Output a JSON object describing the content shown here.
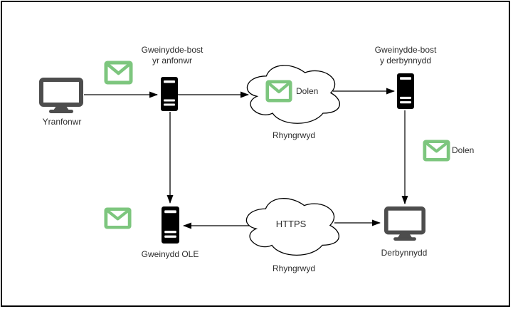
{
  "diagram": {
    "labels": {
      "sender": "Yranfonwr",
      "sender_server": "Gweinydde-bost\nyr anfonwr",
      "dolen_top": "Dolen",
      "internet_top": "Rhyngrwyd",
      "recipient_server": "Gweinydde-bost\ny derbynnydd",
      "dolen_right": "Dolen",
      "recipient": "Derbynnydd",
      "https": "HTTPS",
      "internet_bottom": "Rhyngrwyd",
      "ole_server": "Gweinydd OLE"
    },
    "icons": {
      "computer": "monitor-icon",
      "mail_server": "server-tower-icon",
      "email": "envelope-icon",
      "network": "cloud-icon"
    },
    "edges": [
      {
        "from": "sender",
        "to": "sender_server",
        "style": "gray-arrow"
      },
      {
        "from": "sender_server",
        "to": "internet_top",
        "style": "black-arrow"
      },
      {
        "from": "internet_top",
        "to": "recipient_server",
        "style": "black-arrow"
      },
      {
        "from": "recipient_server",
        "to": "recipient",
        "style": "gray-arrow"
      },
      {
        "from": "sender_server",
        "to": "ole_server",
        "style": "black-arrow"
      },
      {
        "from": "internet_bottom",
        "to": "ole_server",
        "style": "black-arrow"
      },
      {
        "from": "internet_bottom",
        "to": "recipient",
        "style": "black-arrow"
      }
    ],
    "colors": {
      "envelope_green": "#7dc67e",
      "monitor_gray": "#4d4d4d",
      "server_black": "#000000",
      "edge_black": "#000000",
      "edge_gray": "#666666",
      "label_text": "#2d2d2d",
      "background": "#ffffff",
      "border": "#000000"
    }
  }
}
